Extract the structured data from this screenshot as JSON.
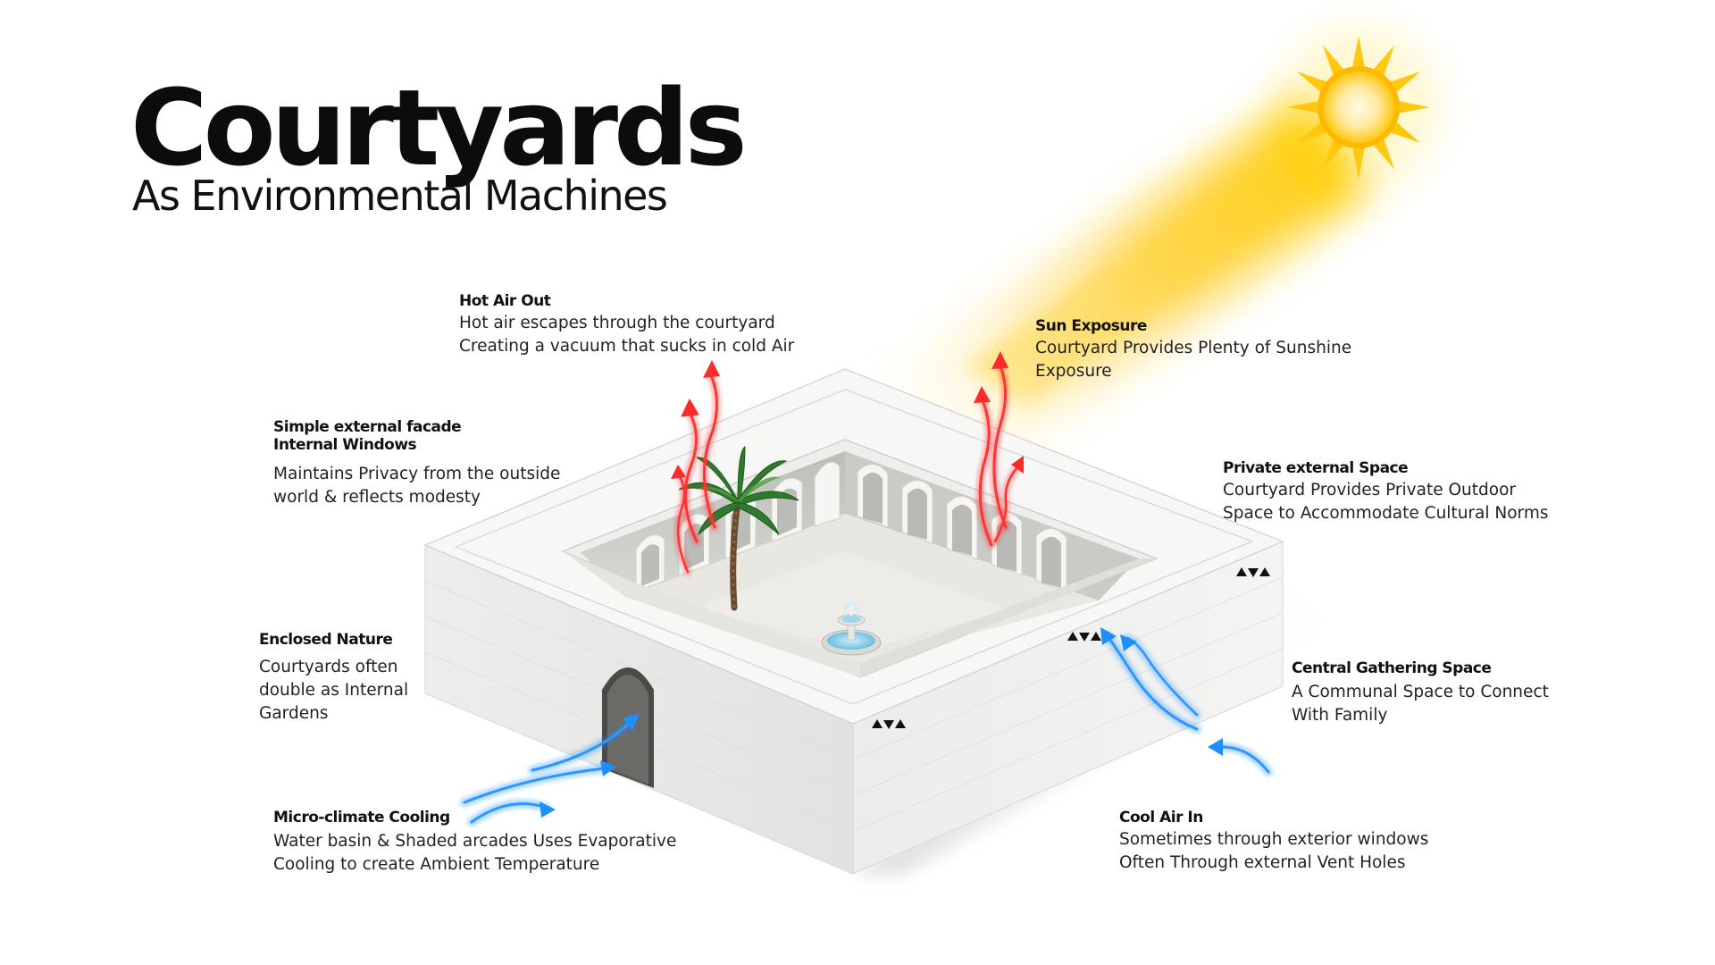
{
  "title": "Courtyards",
  "subtitle": "As Environmental Machines",
  "callouts": {
    "hot_air_out": {
      "title": "Hot Air Out",
      "lines": [
        "Hot air escapes through the courtyard",
        "Creating a vacuum that sucks in cold Air"
      ]
    },
    "sun_exposure": {
      "title": "Sun Exposure",
      "lines": [
        "Courtyard Provides Plenty of Sunshine",
        "Exposure"
      ]
    },
    "simple_facade": {
      "title_lines": [
        "Simple external facade",
        "Internal Windows"
      ],
      "lines": [
        "Maintains Privacy from the outside",
        "world & reflects modesty"
      ]
    },
    "private_space": {
      "title": "Private external Space",
      "lines": [
        "Courtyard Provides Private Outdoor",
        "Space to Accommodate Cultural Norms"
      ]
    },
    "enclosed_nature": {
      "title": "Enclosed Nature",
      "lines": [
        "Courtyards often",
        "double as Internal",
        "Gardens"
      ]
    },
    "central_gathering": {
      "title": "Central Gathering Space",
      "lines": [
        "A Communal Space to Connect",
        "With Family"
      ]
    },
    "micro_climate": {
      "title": "Micro-climate Cooling",
      "lines": [
        "Water basin & Shaded arcades Uses Evaporative",
        "Cooling to create Ambient Temperature"
      ]
    },
    "cool_air_in": {
      "title": "Cool Air In",
      "lines": [
        "Sometimes through exterior windows",
        "Often Through external Vent Holes"
      ]
    }
  },
  "colors": {
    "hot_air": "#ff2a2a",
    "cool_air": "#1e8fff",
    "sun": "#ffd21a",
    "building": "#f2f2f0",
    "text": "#111111"
  },
  "icons": [
    "sun-icon",
    "palm-tree-icon",
    "fountain-icon",
    "vent-icon",
    "hot-air-arrow-icon",
    "cool-air-arrow-icon"
  ]
}
